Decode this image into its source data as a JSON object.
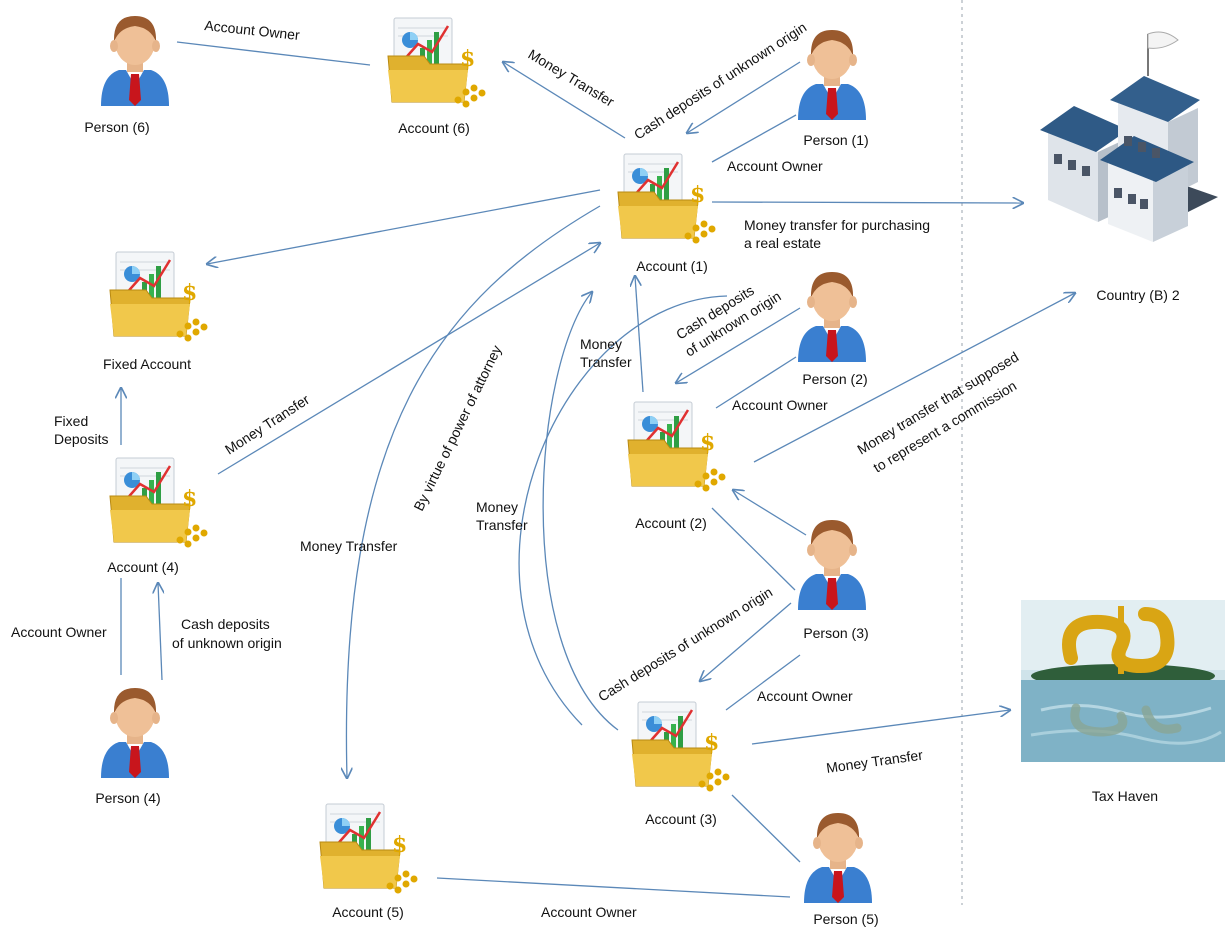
{
  "nodes": {
    "person6": "Person (6)",
    "account6": "Account (6)",
    "person1": "Person (1)",
    "account1": "Account (1)",
    "country_b2": "Country (B) 2",
    "fixed_account": "Fixed Account",
    "person2": "Person (2)",
    "account2": "Account (2)",
    "account4": "Account (4)",
    "person3": "Person (3)",
    "tax_haven": "Tax Haven",
    "person4": "Person (4)",
    "account3": "Account (3)",
    "account5": "Account (5)",
    "person5": "Person (5)"
  },
  "edge_labels": {
    "p6_owner": "Account Owner",
    "a1_to_a6": "Money Transfer",
    "p1_cash": "Cash deposits of unknown origin",
    "p1_owner": "Account Owner",
    "real_estate_1": "Money transfer for purchasing",
    "real_estate_2": "a real estate",
    "fixed_deposits_1": "Fixed",
    "fixed_deposits_2": "Deposits",
    "a4_to_a1": "Money Transfer",
    "attorney": "By virtue of power of attorney",
    "a2_to_a1_1": "Money",
    "a2_to_a1_2": "Transfer",
    "p2_cash_1": "Cash deposits",
    "p2_cash_2": "of unknown origin",
    "p2_owner": "Account Owner",
    "commission_1": "Money transfer that supposed",
    "commission_2": "to represent a commission",
    "a3_to_a1_1": "Money",
    "a3_to_a1_2": "Transfer",
    "a1_to_a5": "Money Transfer",
    "p4_owner": "Account Owner",
    "p4_cash_1": "Cash deposits",
    "p4_cash_2": "of unknown origin",
    "p3_cash": "Cash deposits of unknown origin",
    "p3_owner": "Account Owner",
    "a3_to_tax": "Money Transfer",
    "p5_owner": "Account Owner"
  },
  "colors": {
    "edge": "#5b88b8",
    "folder": "#e0b12e",
    "shirt": "#3a7fd0",
    "tie": "#c8151c",
    "building": "#5a6e85",
    "sea": "#7fb2c6"
  }
}
